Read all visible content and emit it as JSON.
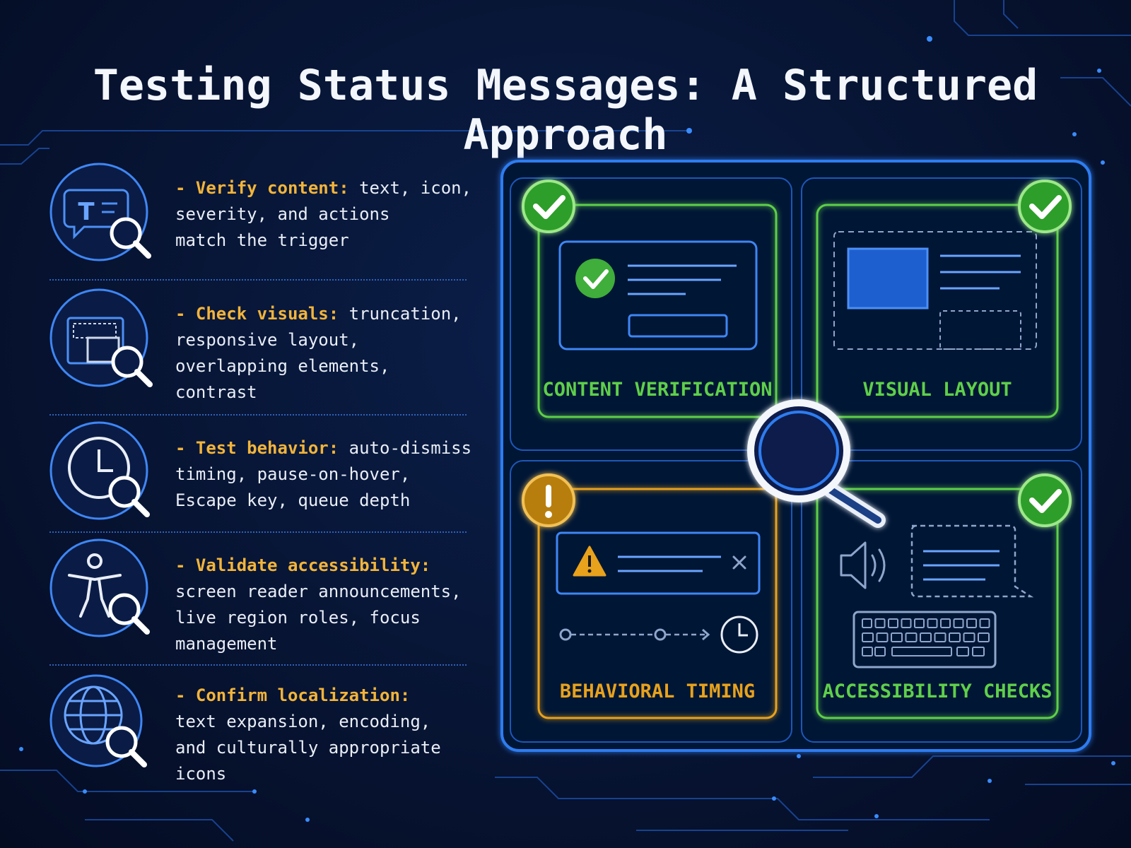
{
  "title": "Testing Status Messages: A Structured Approach",
  "items": [
    {
      "label": "Verify content:",
      "text": " text, icon,\nseverity, and actions\nmatch the trigger",
      "icon": "speech-bubble-magnifier-icon"
    },
    {
      "label": "Check visuals:",
      "text": " truncation,\nresponsive layout,\noverlapping elements,\ncontrast",
      "icon": "layout-magnifier-icon"
    },
    {
      "label": "Test behavior:",
      "text": " auto-dismiss\ntiming, pause-on-hover,\nEscape key, queue depth",
      "icon": "clock-magnifier-icon"
    },
    {
      "label": "Validate accessibility:",
      "text": "\nscreen reader announcements,\nlive region roles, focus\nmanagement",
      "icon": "accessibility-magnifier-icon"
    },
    {
      "label": "Confirm localization:",
      "text": "\ntext expansion, encoding,\nand culturally appropriate\nicons",
      "icon": "globe-magnifier-icon"
    }
  ],
  "quadrants": [
    {
      "label": "CONTENT VERIFICATION",
      "status": "pass",
      "color": "#5fcf4a"
    },
    {
      "label": "VISUAL LAYOUT",
      "status": "pass",
      "color": "#5fcf4a"
    },
    {
      "label": "BEHAVIORAL TIMING",
      "status": "warning",
      "color": "#e8a21c"
    },
    {
      "label": "ACCESSIBILITY CHECKS",
      "status": "pass",
      "color": "#5fcf4a"
    }
  ],
  "colors": {
    "accent": "#f2b43a",
    "pass": "#5fcf4a",
    "warning": "#e8a21c",
    "frame": "#2d7cf0"
  }
}
